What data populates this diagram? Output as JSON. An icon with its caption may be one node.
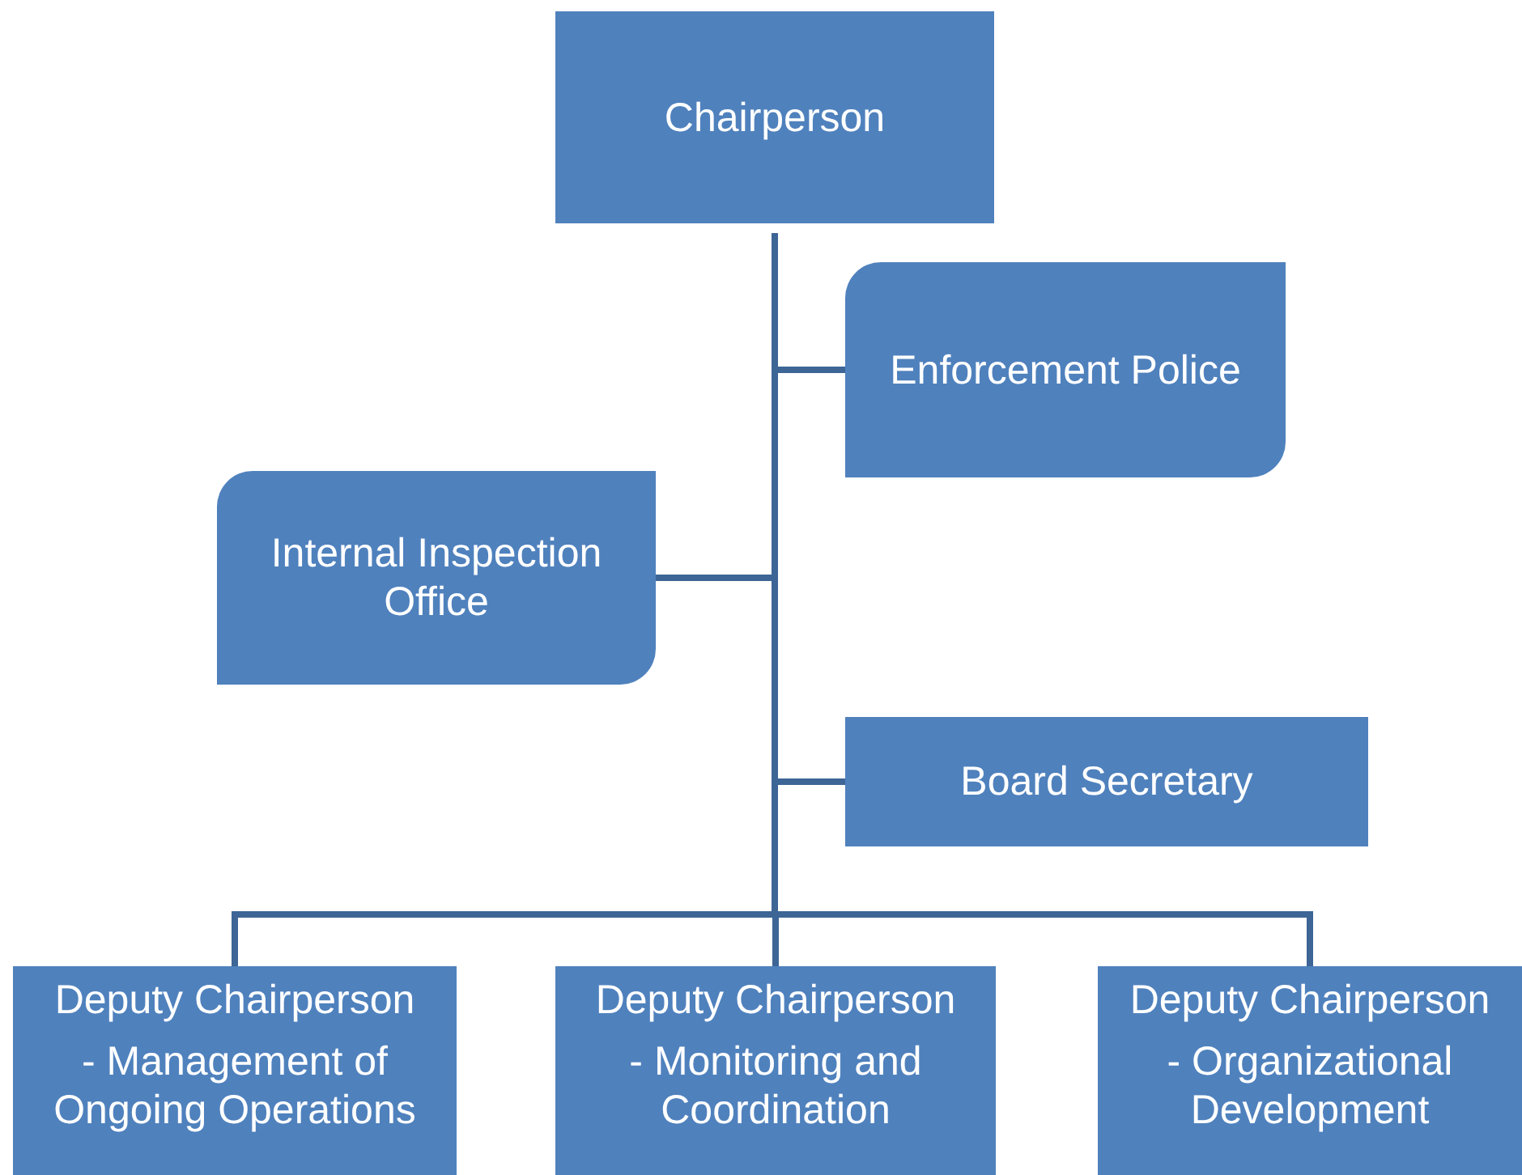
{
  "diagram": {
    "nodes": [
      {
        "text": [
          "Chairperson"
        ]
      },
      {
        "text": [
          "Enforcement Police"
        ]
      },
      {
        "text": [
          "Internal Inspection Office"
        ]
      },
      {
        "text": [
          "Board Secretary"
        ]
      },
      {
        "text": [
          "Deputy Chairperson",
          "- Management of Ongoing Operations"
        ]
      },
      {
        "text": [
          "Deputy Chairperson",
          "- Monitoring and Coordination"
        ]
      },
      {
        "text": [
          "Deputy Chairperson",
          "- Organizational Development"
        ]
      }
    ],
    "edges": [
      {
        "from": 0,
        "to": 1,
        "arrow": "none"
      },
      {
        "from": 0,
        "to": 2,
        "arrow": "none"
      },
      {
        "from": 0,
        "to": 3,
        "arrow": "none"
      },
      {
        "from": 0,
        "to": 4,
        "arrow": "none"
      },
      {
        "from": 0,
        "to": 5,
        "arrow": "none"
      },
      {
        "from": 0,
        "to": 6,
        "arrow": "none"
      }
    ]
  }
}
